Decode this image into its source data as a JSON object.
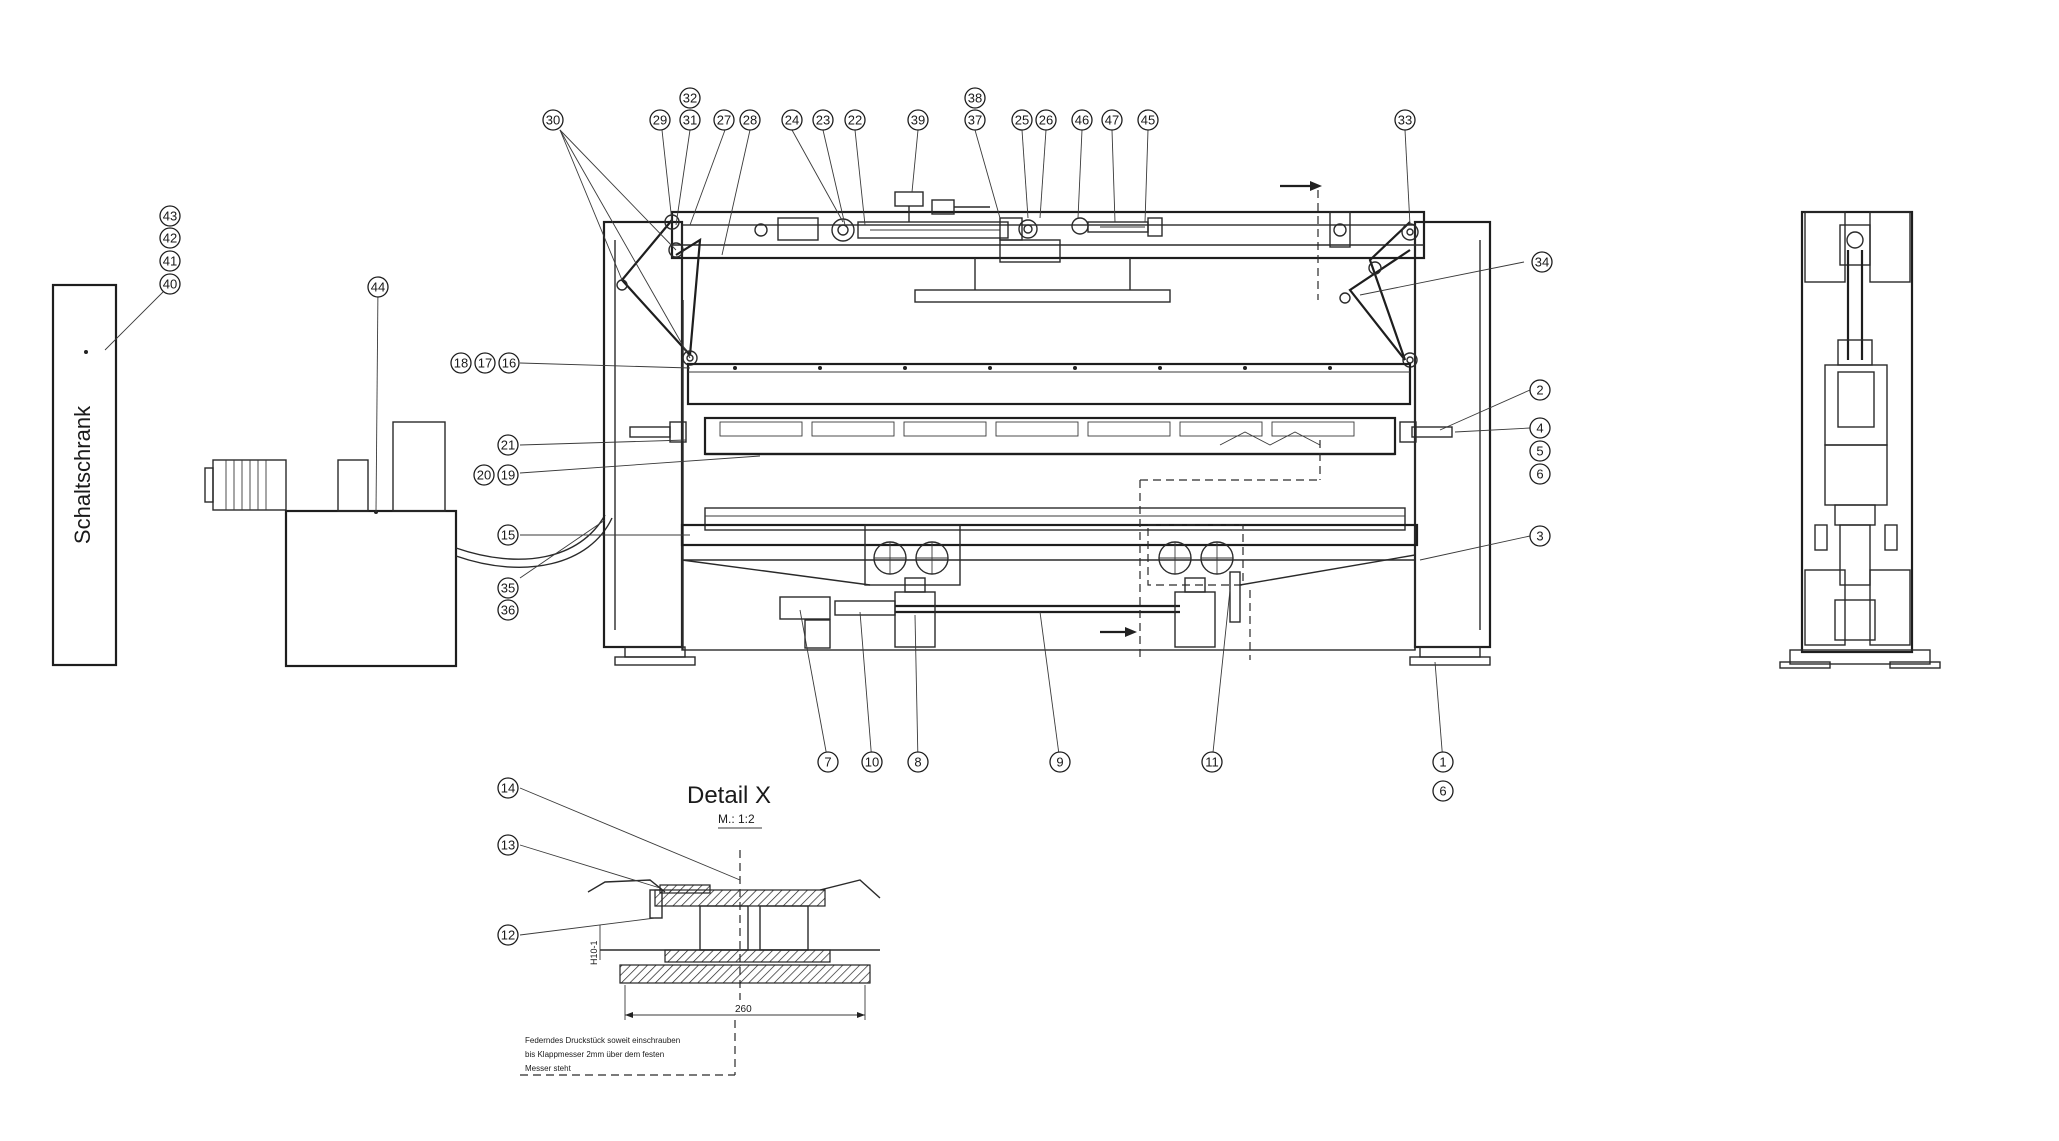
{
  "labels": {
    "schaltschrank": "Schaltschrank",
    "detail_title": "Detail X",
    "detail_scale": "M.: 1:2",
    "dim_260": "260",
    "dim_h": "H10-1",
    "note_lines": [
      "Federndes Druckstück soweit einschrauben",
      "bis Klappmesser 2mm über dem festen",
      "Messer steht"
    ]
  },
  "callouts": [
    "1",
    "2",
    "3",
    "4",
    "5",
    "6",
    "7",
    "8",
    "9",
    "10",
    "11",
    "12",
    "13",
    "14",
    "15",
    "16",
    "17",
    "18",
    "19",
    "20",
    "21",
    "22",
    "23",
    "24",
    "25",
    "26",
    "27",
    "28",
    "29",
    "30",
    "31",
    "32",
    "33",
    "34",
    "35",
    "36",
    "37",
    "38",
    "39",
    "40",
    "41",
    "42",
    "43",
    "44",
    "45",
    "46",
    "47"
  ],
  "colors": {
    "line": "#2a2a2a",
    "background": "#ffffff"
  }
}
